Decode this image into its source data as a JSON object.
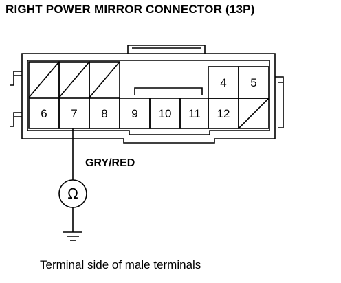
{
  "title": "RIGHT POWER MIRROR CONNECTOR (13P)",
  "caption": "Terminal side of male terminals",
  "connector": {
    "top_row": [
      {
        "label": "",
        "filled": false,
        "blank": true
      },
      {
        "label": "",
        "filled": false,
        "blank": true
      },
      {
        "label": "",
        "filled": false,
        "blank": true
      },
      {
        "label": "4",
        "filled": true,
        "blank": false
      },
      {
        "label": "5",
        "filled": true,
        "blank": false
      }
    ],
    "bottom_row": [
      {
        "label": "6"
      },
      {
        "label": "7"
      },
      {
        "label": "8"
      },
      {
        "label": "9"
      },
      {
        "label": "10"
      },
      {
        "label": "11"
      },
      {
        "label": "12"
      },
      {
        "label": ""
      }
    ]
  },
  "wire": {
    "color_label": "GRY/RED",
    "from_terminal": "7"
  },
  "meter": {
    "symbol": "Ω",
    "icon": "ohmmeter-icon"
  },
  "ground": {
    "icon": "ground-icon"
  }
}
